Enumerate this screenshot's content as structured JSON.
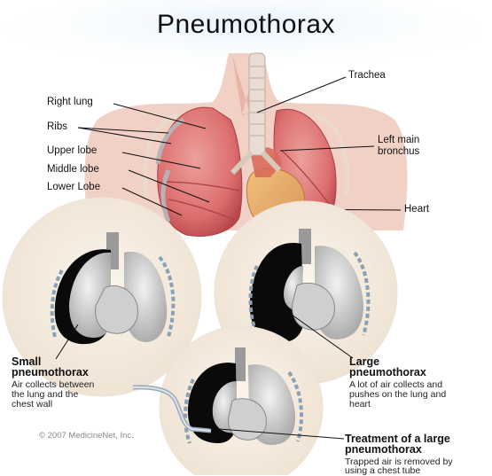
{
  "title": "Pneumothorax",
  "labels": {
    "right_lung": "Right lung",
    "ribs": "Ribs",
    "upper_lobe": "Upper lobe",
    "middle_lobe": "Middle lobe",
    "lower_lobe": "Lower Lobe",
    "trachea": "Trachea",
    "left_main_bronchus_line1": "Left main",
    "left_main_bronchus_line2": "bronchus",
    "heart": "Heart"
  },
  "panels": {
    "small": {
      "title_line1": "Small",
      "title_line2": "pneumothorax",
      "desc_lines": [
        "Air collects between",
        "the lung and the",
        "chest wall"
      ]
    },
    "large": {
      "title_line1": "Large",
      "title_line2": "pneumothorax",
      "desc_lines": [
        "A lot of air collects  and",
        "pushes on the lung and",
        "heart"
      ]
    },
    "treatment": {
      "title_line1": "Treatment of a large",
      "title_line2": "pneumothorax",
      "desc_lines": [
        "Trapped air is removed by",
        "using a chest tube"
      ]
    }
  },
  "copyright": "© 2007 MedicineNet, Inc.",
  "colors": {
    "lung_tissue": "#e07a78",
    "lung_dark": "#c74a4c",
    "skin": "#f0c9bd",
    "panel_bg": "#f7efe4",
    "air": "#0a0a0a",
    "title_glow": "#d9ecf7"
  }
}
